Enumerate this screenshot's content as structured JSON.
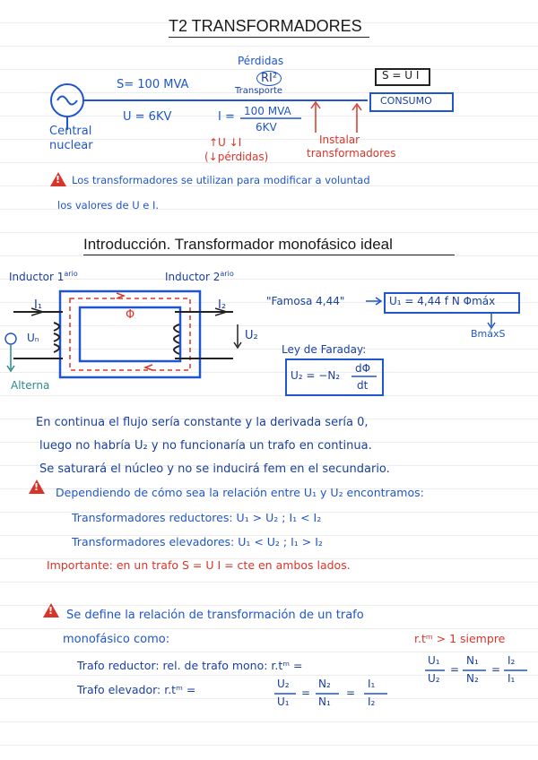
{
  "title": "T2 TRANSFORMADORES",
  "intro": {
    "central": "Central",
    "nuclear": "nuclear",
    "s_value": "S= 100 MVA",
    "u_value": "U = 6KV",
    "perdidas": "Pérdidas",
    "ri2": "RI²",
    "transporte": "Transporte",
    "sui": "S = U I",
    "consumo": "CONSUMO",
    "i_label": "I =",
    "i_num": "100 MVA",
    "i_den": "6KV",
    "up_u_down_i": "↑U ↓I",
    "down_perdidas": "(↓pérdidas)",
    "instalar": "Instalar",
    "transformadores": "transformadores",
    "warning_line1": "Los transformadores se utilizan para modificar a voluntad",
    "warning_line2": "los valores de U e I."
  },
  "section_title": "Introducción. Transformador monofásico ideal",
  "diagram": {
    "inductor1": "Inductor 1",
    "inductor1_sup": "ario",
    "inductor2": "Inductor 2",
    "inductor2_sup": "ario",
    "i1": "I₁",
    "i2": "I₂",
    "phi": "Φ",
    "u2": "U₂",
    "u_n": "Uₙ",
    "alterna": "Alterna",
    "famosa": "\"Famosa 4,44\"",
    "formula_444": "U₁ = 4,44 f N Φmáx",
    "bmax": "BmáxS",
    "faraday_label": "Ley de Faraday:",
    "faraday_eq": "U₂ = −N₂",
    "faraday_num": "dΦ",
    "faraday_den": "dt"
  },
  "body": {
    "p1": "En continua el flujo sería constante y la derivada sería 0,",
    "p2": "luego no habría U₂ y no funcionaría un trafo en continua.",
    "p3": "Se saturará el núcleo y no se inducirá fem en el secundario.",
    "p4": "Dependiendo de cómo sea la relación entre U₁ y U₂ encontramos:",
    "p5": "Transformadores reductores: U₁ > U₂ ;  I₁ < I₂",
    "p6": "Transformadores elevadores: U₁ < U₂ ;  I₁ > I₂",
    "p7": "Importante: en un trafo   S = U I = cte   en ambos lados.",
    "p8": "Se define la relación de transformación de un trafo",
    "p9": "monofásico como:",
    "rt_note": "r.tᵐ > 1 siempre",
    "p10": "Trafo reductor: rel. de trafo mono: r.tᵐ =",
    "p11": "Trafo elevador: r.tᵐ =",
    "f1_num": "U₁",
    "f1_den": "U₂",
    "f2_num": "N₁",
    "f2_den": "N₂",
    "f3_num": "I₂",
    "f3_den": "I₁",
    "g1_num": "U₂",
    "g1_den": "U₁",
    "g2_num": "N₂",
    "g2_den": "N₁",
    "g3_num": "I₁",
    "g3_den": "I₂",
    "eq": "="
  }
}
